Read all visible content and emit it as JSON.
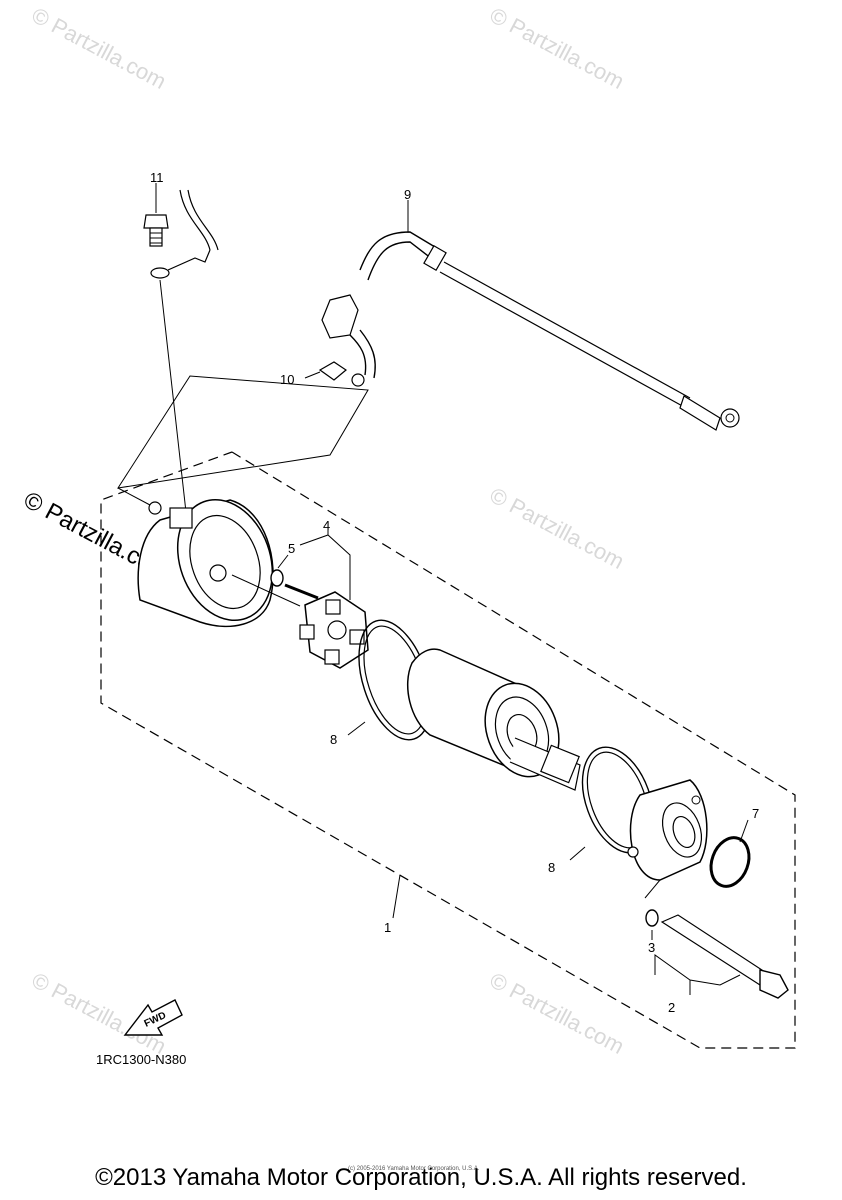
{
  "watermarks": [
    "© Partzilla.com",
    "© Partzilla.com",
    "© Partzilla.com",
    "© Partzilla.com",
    "© Partzilla.com"
  ],
  "side_watermark": "© Partzilla.com",
  "callouts": {
    "c1": "1",
    "c2": "2",
    "c3": "3",
    "c4": "4",
    "c5": "5",
    "c7": "7",
    "c8a": "8",
    "c8b": "8",
    "c9": "9",
    "c10": "10",
    "c11": "11"
  },
  "fwd_label": "FWD",
  "diagram_code": "1RC1300-N380",
  "small_copyright": "(c) 2005-2016 Yamaha Motor Corporation, U.S.A.",
  "copyright": "©2013 Yamaha Motor Corporation, U.S.A. All rights reserved."
}
